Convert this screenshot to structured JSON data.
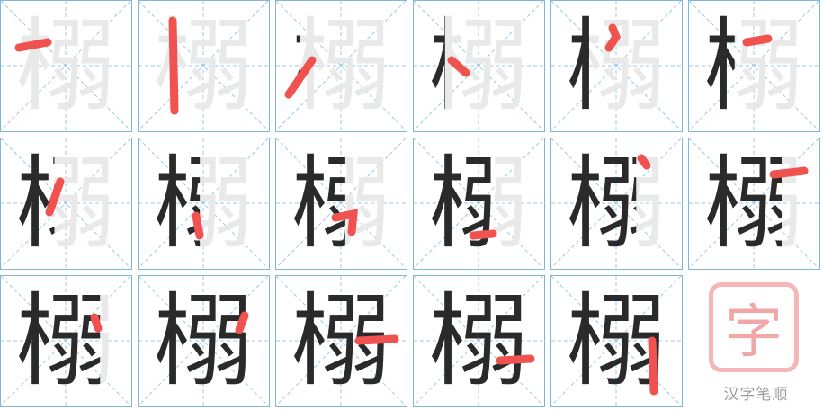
{
  "character": "榒",
  "stroke_count": 17,
  "steps": [
    {
      "step": 1
    },
    {
      "step": 2
    },
    {
      "step": 3
    },
    {
      "step": 4
    },
    {
      "step": 5
    },
    {
      "step": 6
    },
    {
      "step": 7
    },
    {
      "step": 8
    },
    {
      "step": 9
    },
    {
      "step": 10
    },
    {
      "step": 11
    },
    {
      "step": 12
    },
    {
      "step": 13
    },
    {
      "step": 14
    },
    {
      "step": 15
    },
    {
      "step": 16
    },
    {
      "step": 17
    }
  ],
  "brand": {
    "seal_glyph": "字",
    "name": "汉字笔顺"
  },
  "colors": {
    "grid_border": "#7fb7d9",
    "guide_dash": "#9cc9e4",
    "highlight_stroke": "#f0524f",
    "ghost_character": "#e9e9e9",
    "ink": "#2a2a2a",
    "seal": "#f3b7b7"
  }
}
